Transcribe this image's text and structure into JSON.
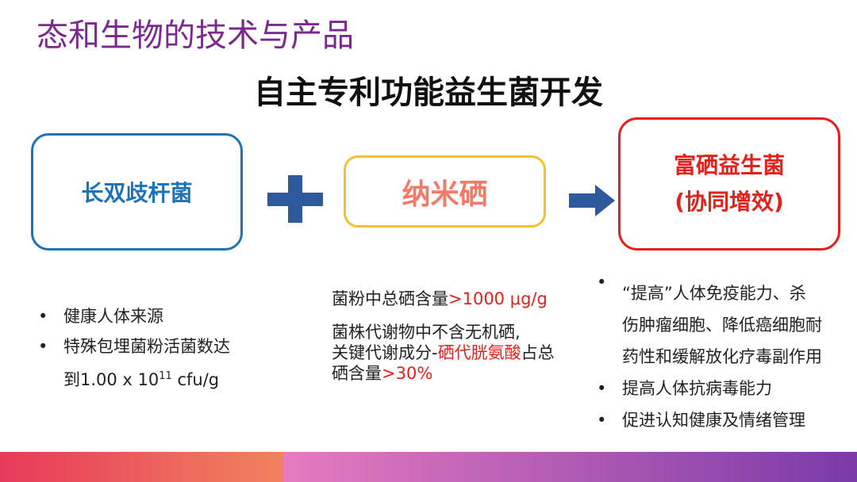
{
  "header": {
    "text": "态和生物的技术与产品"
  },
  "title": {
    "text": "自主专利功能益生菌开发"
  },
  "boxes": {
    "left": {
      "label": "长双歧杆菌"
    },
    "middle": {
      "label": "纳米硒"
    },
    "right": {
      "line1": "富硒益生菌",
      "line2": "(协同增效)"
    }
  },
  "left_list": {
    "bullet": "•",
    "item1": "健康人体来源",
    "item2_line1": "特殊包埋菌粉活菌数达",
    "item2_line2_prefix": "到1.00 x 10",
    "item2_exponent": "11",
    "item2_suffix": " cfu/g"
  },
  "middle_text": {
    "p1_text": "菌粉中总硒含量",
    "p1_value": ">1000 μg/g",
    "p2_line1": "菌株代谢物中不含无机硒,",
    "p2_line2_prefix": "关键代谢成分-",
    "p2_highlight": "硒代胱氨酸",
    "p2_line2_suffix": "占总",
    "p2_line3_prefix": "硒含量",
    "p2_value": ">30%"
  },
  "right_list": {
    "bullet": "•",
    "item1_line1": "“提高”人体免疫能力、杀",
    "item1_line2": "伤肿瘤细胞、降低癌细胞耐",
    "item1_line3": "药性和缓解放化疗毒副作用",
    "item2": "提高人体抗病毒能力",
    "item3": "促进认知健康及情绪管理"
  },
  "colors": {
    "accent_blue": "#1f72b8",
    "accent_yellow": "#f2c12e",
    "accent_red": "#e3211c",
    "header_purple": "#7a2a8c"
  },
  "icons": {
    "plus": "plus-icon",
    "arrow": "arrow-right-icon"
  }
}
